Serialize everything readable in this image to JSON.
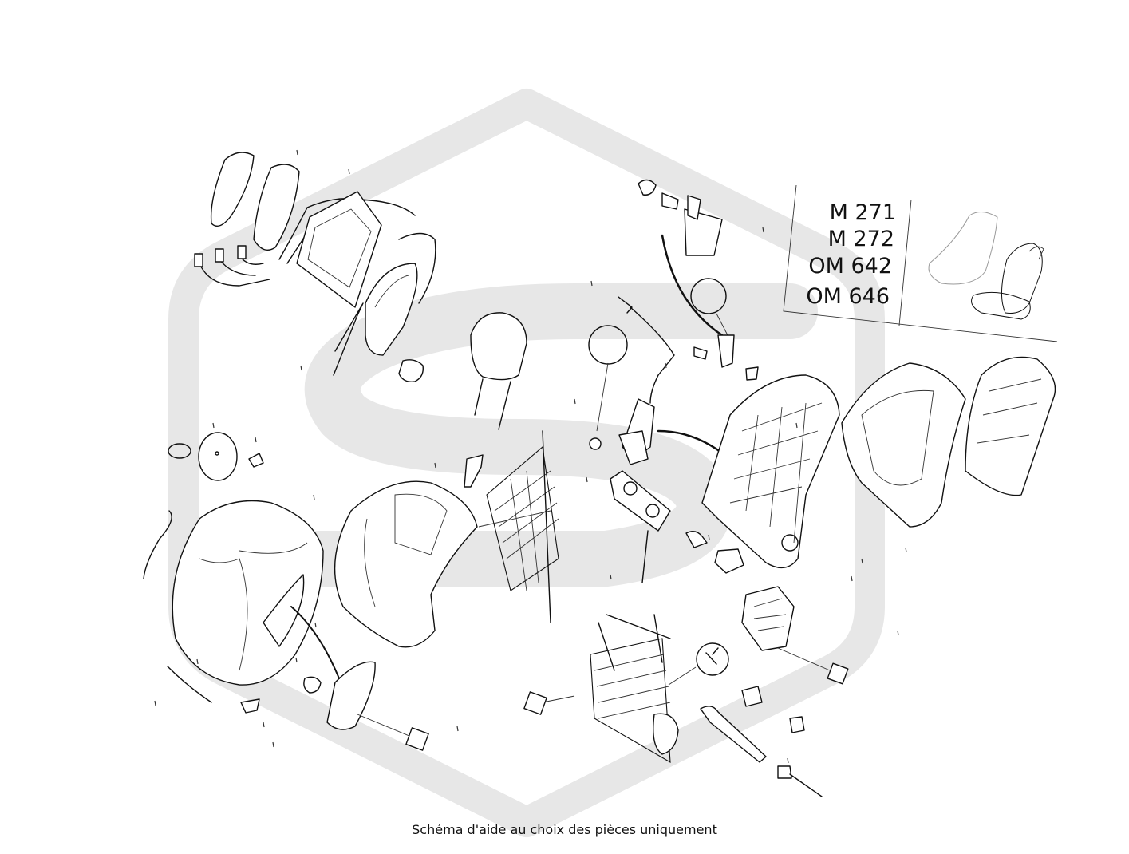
{
  "engine_codes": [
    "M 271",
    "M 272",
    "OM 642",
    "OM 646"
  ],
  "caption": "Schéma d'aide au choix des pièces uniquement",
  "colors": {
    "watermark": "#e6e6e6",
    "line": "#111111",
    "background": "#ffffff"
  }
}
